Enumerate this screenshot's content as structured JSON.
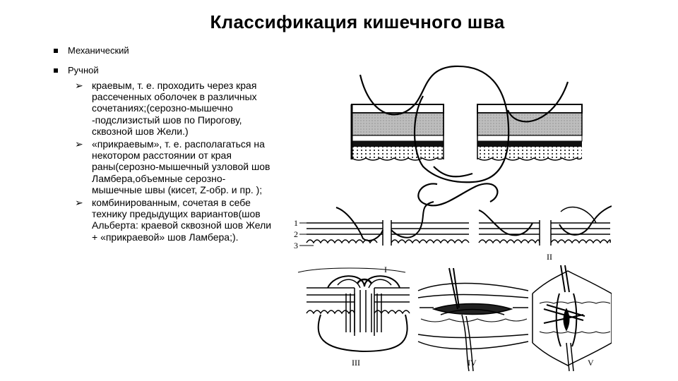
{
  "slide": {
    "title": "Классификация кишечного шва",
    "bullets": [
      "Механический",
      "Ручной"
    ],
    "subitems": [
      "краевым, т. е. проходить через края рассеченных оболочек в различных сочетаниях;(серозно-мышечно -подслизистый шов по Пирогову, сквозной шов Жели.)",
      "«прикраевым», т. е. располагаться на некотором расстоянии от края раны(серозно-мышечный узловой шов Ламбера,объемные серозно-мышечные швы (кисет, Z-обр. и пр. );",
      "комбинированным, сочетая в себе технику предыдущих вариантов(шов Альберта: краевой сквозной шов Жели + «прикраевой» шов Ламбера;)."
    ]
  },
  "figure": {
    "layer_labels": [
      "1",
      "2",
      "3"
    ],
    "panel_labels": [
      "I",
      "II",
      "III",
      "IV",
      "V"
    ]
  }
}
